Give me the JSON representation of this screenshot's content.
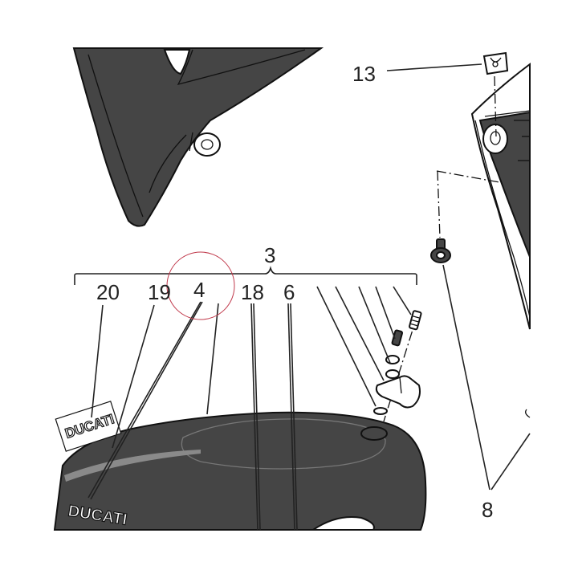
{
  "callouts": {
    "c3": "3",
    "c20": "20",
    "c19": "19",
    "c4": "4",
    "c18": "18",
    "c6": "6",
    "c13": "13",
    "c8": "8"
  },
  "decals": {
    "brand_text": "DUCATI"
  },
  "colors": {
    "part_fill": "#454545",
    "outline": "#111111",
    "highlight_circle": "#c0394b"
  }
}
